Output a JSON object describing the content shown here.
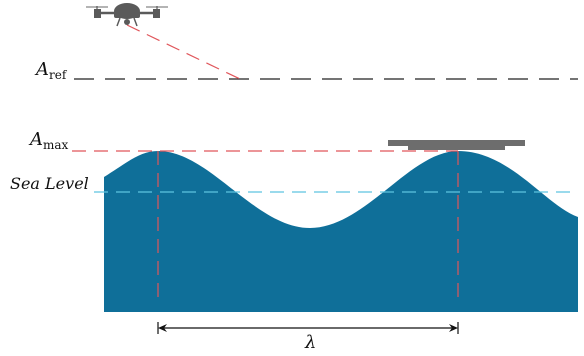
{
  "labels": {
    "a_ref": {
      "main": "A",
      "sub": "ref"
    },
    "a_max": {
      "main": "A",
      "sub": "max"
    },
    "sea_level": "Sea Level",
    "wavelength": "λ"
  },
  "colors": {
    "water": "#0f6f99",
    "a_ref_line": "#222222",
    "a_max_line": "#e0565b",
    "sea_level_line": "#5ec3e0",
    "drone_trace": "#e0565b",
    "platform": "#6d6d6d",
    "drone_body": "#5a5a5a",
    "arrow": "#111111"
  },
  "icons": {
    "drone": "quadcopter-drone-icon",
    "platform": "floating-platform-icon"
  }
}
